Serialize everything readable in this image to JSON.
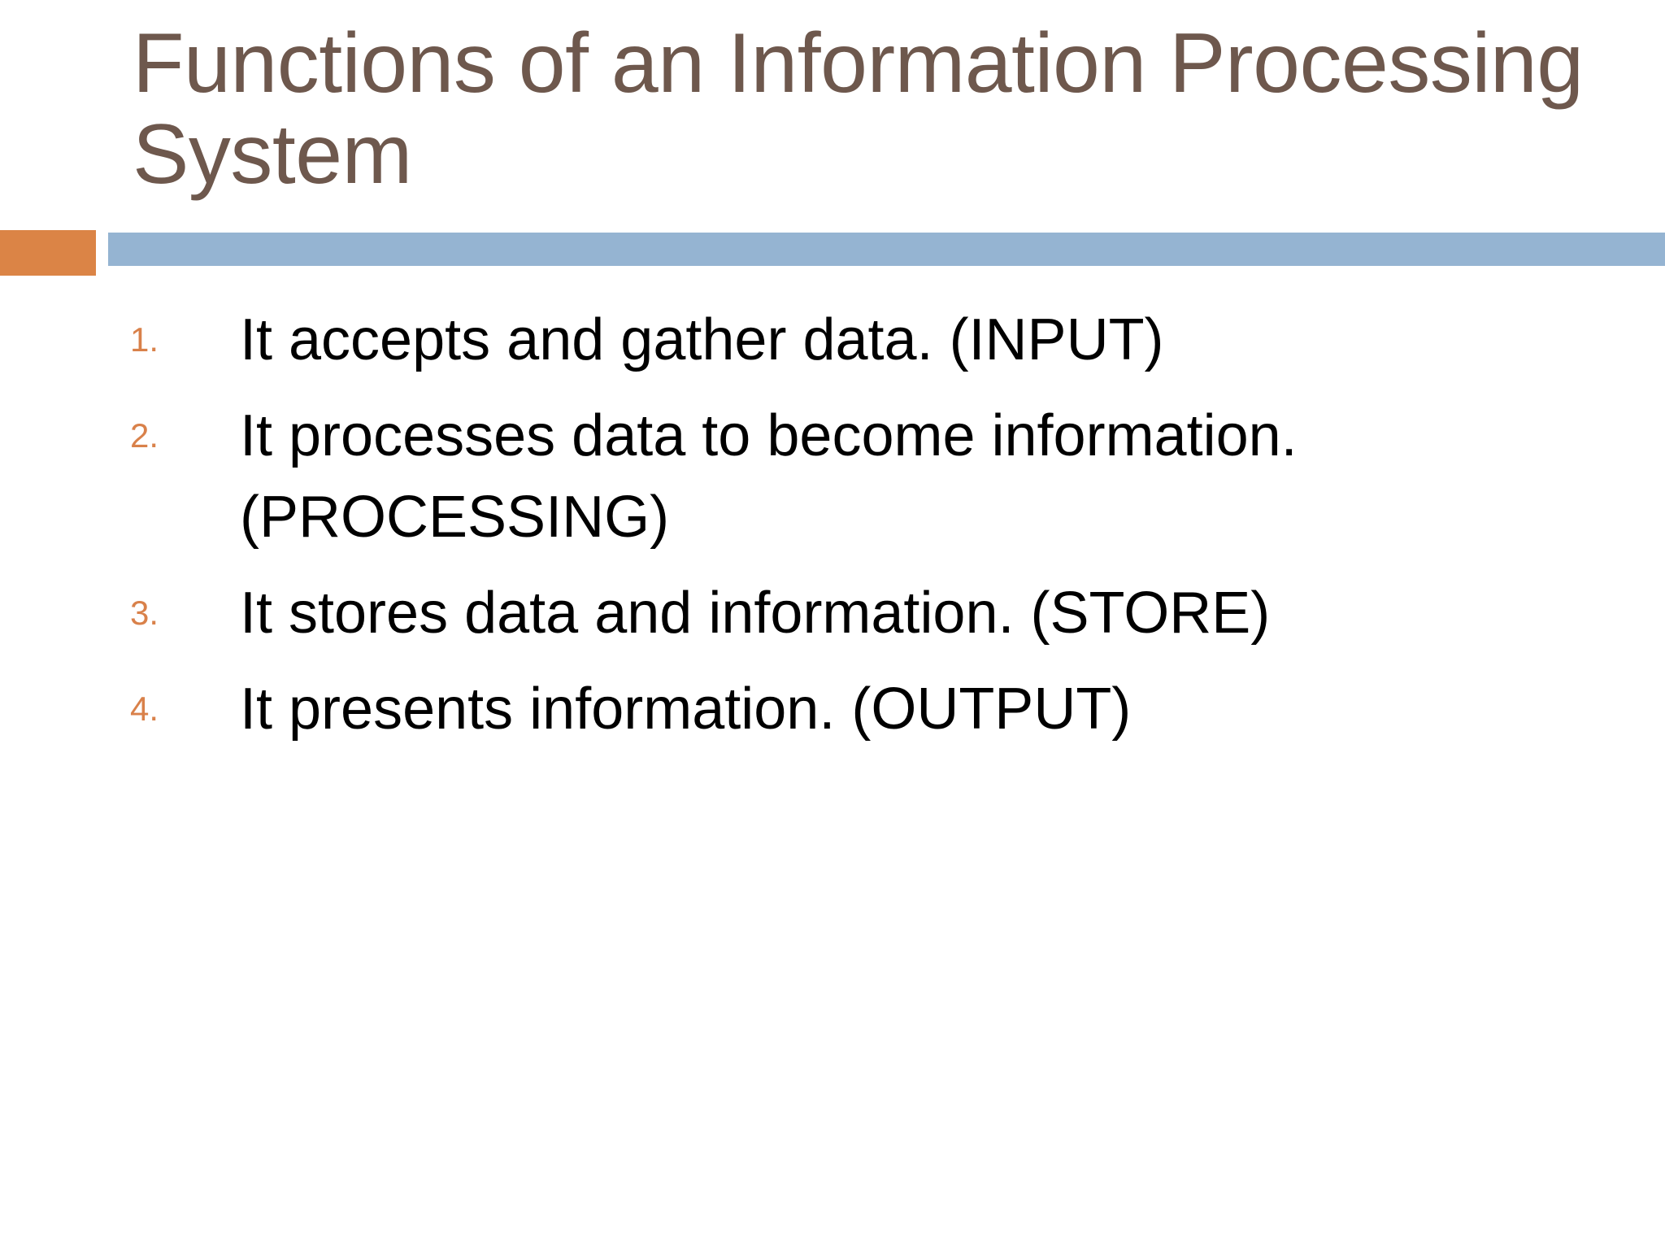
{
  "slide": {
    "title": "Functions of an Information Processing System",
    "background_color": "#FFFFFF",
    "title_color": "#6E584D",
    "body_text_color": "#000000",
    "accent_orange": "#DB8446",
    "accent_blue": "#95B4D2",
    "marker_color": "#D9814A"
  },
  "divider": {
    "accent_block_color": "#DB8446",
    "bar_color": "#95B4D2"
  },
  "body": {
    "list_type": "numbered",
    "items": [
      {
        "marker": "1.",
        "text": "It accepts and gather data. (INPUT)"
      },
      {
        "marker": "2.",
        "text": "It processes data to become information. (PROCESSING)"
      },
      {
        "marker": "3.",
        "text": "It stores data and information. (STORE)"
      },
      {
        "marker": "4.",
        "text": "It presents information. (OUTPUT)"
      }
    ]
  }
}
